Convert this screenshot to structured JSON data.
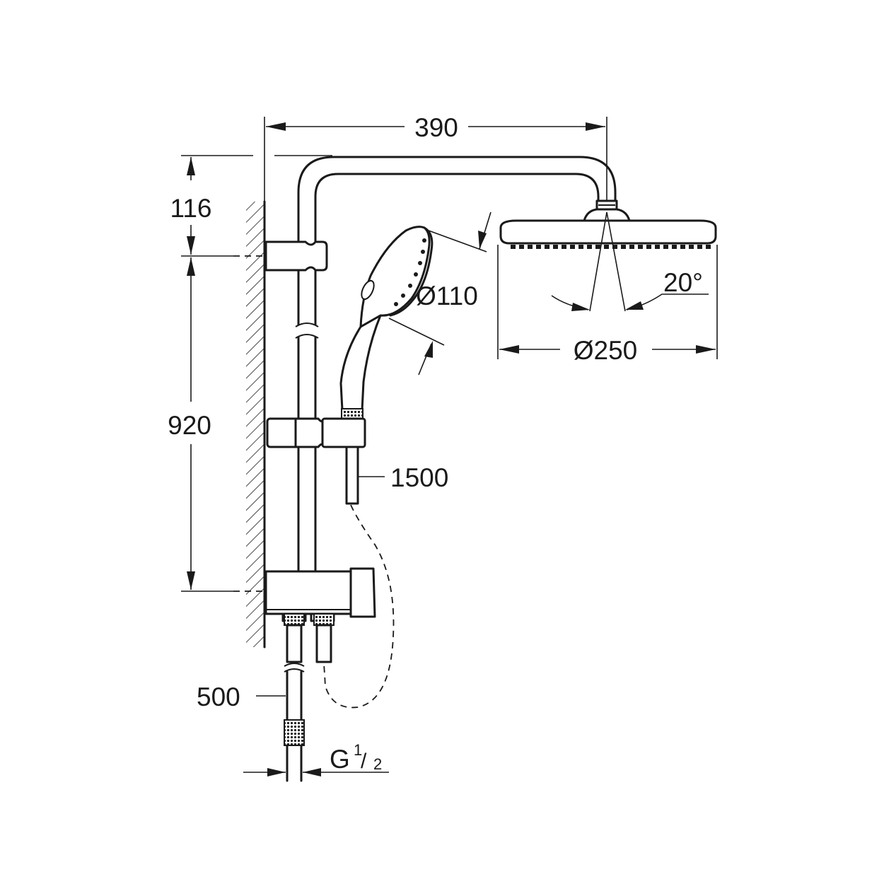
{
  "diagram": {
    "dimensions": {
      "head_offset_width": "390",
      "arm_height": "116",
      "rail_height": "920",
      "hand_shower_diameter": "Ø110",
      "head_shower_diameter": "Ø250",
      "head_angle": "20°",
      "shower_hose_length": "1500",
      "supply_hose_length": "500",
      "thread_main": "G",
      "thread_fraction_num": "1",
      "thread_fraction_den": "2"
    },
    "colors": {
      "line": "#1a1a1a",
      "background": "#ffffff"
    }
  }
}
